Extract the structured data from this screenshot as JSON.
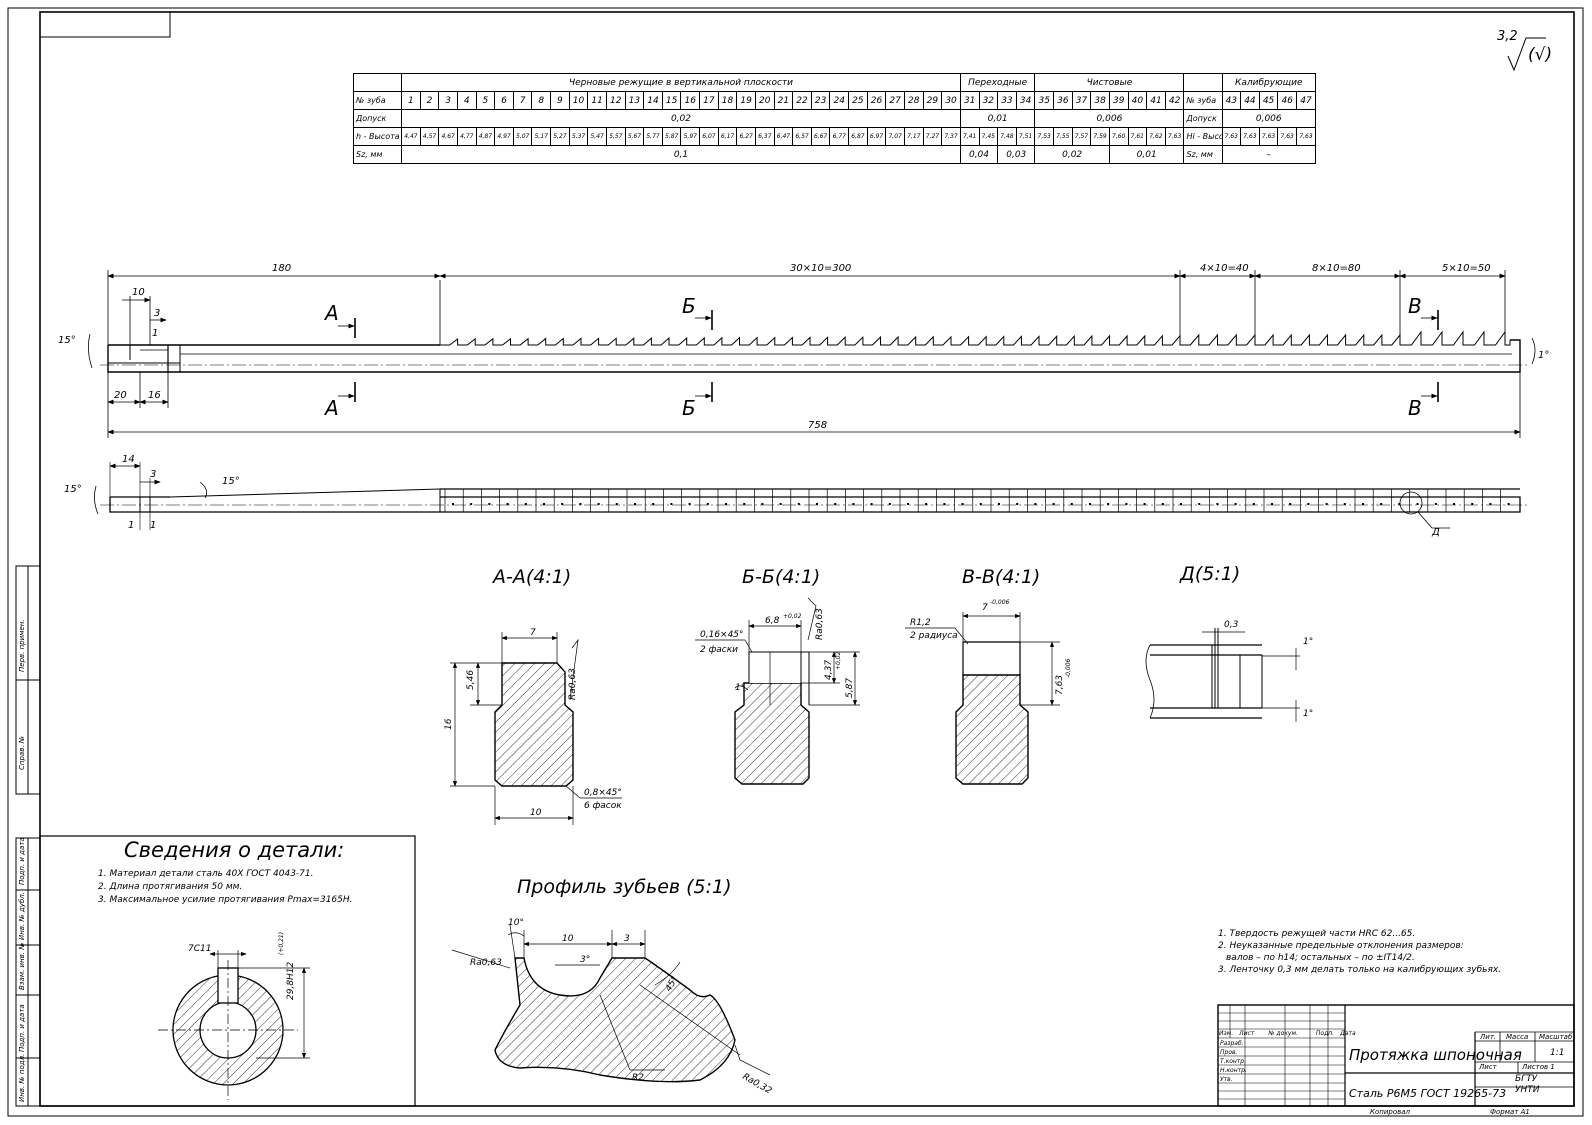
{
  "roughness_mark": {
    "value": "3,2",
    "suffix": "(√)"
  },
  "teeth_table": {
    "headers": {
      "rough": "Черновые режущие в вертикальной плоскости",
      "transition": "Переходные",
      "finishing": "Чистовые",
      "calibrating": "Калибрующие"
    },
    "row_labels": {
      "tooth_no": "№ зуба",
      "tolerance": "Допуск",
      "height": "h - Высота зуба",
      "sz": "Sz, мм",
      "height_cal": "Hi - Высота",
      "tooth_no_cal": "№ зуба",
      "tolerance_cal": "Допуск",
      "sz_cal": "Sz, мм"
    },
    "tooth_numbers": [
      "1",
      "2",
      "3",
      "4",
      "5",
      "6",
      "7",
      "8",
      "9",
      "10",
      "11",
      "12",
      "13",
      "14",
      "15",
      "16",
      "17",
      "18",
      "19",
      "20",
      "21",
      "22",
      "23",
      "24",
      "25",
      "26",
      "27",
      "28",
      "29",
      "30",
      "31",
      "32",
      "33",
      "34",
      "35",
      "36",
      "37",
      "38",
      "39",
      "40",
      "41",
      "42"
    ],
    "cal_tooth_numbers": [
      "43",
      "44",
      "45",
      "46",
      "47"
    ],
    "heights": [
      "4,47",
      "4,57",
      "4,67",
      "4,77",
      "4,87",
      "4,97",
      "5,07",
      "5,17",
      "5,27",
      "5,37",
      "5,47",
      "5,57",
      "5,67",
      "5,77",
      "5,87",
      "5,97",
      "6,07",
      "6,17",
      "6,27",
      "6,37",
      "6,47",
      "6,57",
      "6,67",
      "6,77",
      "6,87",
      "6,97",
      "7,07",
      "7,17",
      "7,27",
      "7,37",
      "7,41",
      "7,45",
      "7,48",
      "7,51",
      "7,53",
      "7,55",
      "7,57",
      "7,59",
      "7,60",
      "7,61",
      "7,62",
      "7,63"
    ],
    "cal_heights": [
      "7,63",
      "7,63",
      "7,63",
      "7,63",
      "7,63"
    ],
    "tolerances": {
      "rough": "0,02",
      "transition": "0,01",
      "finishing": "0,006",
      "calibrating": "0,006"
    },
    "sz": {
      "rough": "0,1",
      "t1": "0,04",
      "t2": "0,03",
      "f1": "0,02",
      "f2": "0,01",
      "cal": "–"
    }
  },
  "main_view": {
    "dims": {
      "d180": "180",
      "d300": "30×10=300",
      "d40": "4×10=40",
      "d80": "8×10=80",
      "d50": "5×10=50",
      "d10": "10",
      "d3": "3",
      "d1": "1",
      "d20": "20",
      "d16": "16",
      "d758": "758",
      "a15": "15°",
      "a1": "1°"
    },
    "section_labels": {
      "a": "А",
      "b": "Б",
      "v": "В"
    }
  },
  "top_view": {
    "dims": {
      "d14": "14",
      "d3": "3",
      "a15l": "15°",
      "a15r": "15°",
      "d1": "1",
      "d1b": "1"
    },
    "detail_label": "Д"
  },
  "sections": {
    "aa": {
      "title": "А-А(4:1)",
      "d7": "7",
      "d546": "5,46",
      "d16": "16",
      "ra": "Ra0,63",
      "chamfer": "0,8×45°",
      "chamfer2": "6 фасок",
      "d10": "10"
    },
    "bb": {
      "title": "Б-Б(4:1)",
      "d68": "6,8",
      "d68tol": "+0,02",
      "chamfer": "0,16×45°",
      "chamfer2": "2 фаски",
      "ra": "Ra0,63",
      "d437": "4,37",
      "d437tol": "+0,02",
      "d587": "5,87",
      "a1": "1°"
    },
    "vv": {
      "title": "В-В(4:1)",
      "d7": "7",
      "d7tol": "-0,006",
      "r12": "R1,2",
      "r12b": "2 радиуса",
      "d763": "7,63",
      "d763tol": "-0,006"
    },
    "d": {
      "title": "Д(5:1)",
      "d03": "0,3",
      "a1a": "1°",
      "a1b": "1°"
    }
  },
  "profile": {
    "title": "Профиль зубьев (5:1)",
    "a10": "10°",
    "d10": "10",
    "d3": "3",
    "a3": "3°",
    "a45": "45°",
    "ra063": "Ra0,63",
    "ra032": "Ra0,32",
    "r2": "R2"
  },
  "part_info": {
    "title": "Сведения о детали:",
    "notes": [
      "1. Материал детали сталь 40Х ГОСТ 4043-71.",
      "2. Длина протягивания 50 мм.",
      "3. Максимальное усилие протягивания Pmax=3165Н."
    ],
    "key": "7C11",
    "height": "29,8H12",
    "height_tol": "(+0,21)"
  },
  "tech_req": [
    "1. Твердость режущей части HRC 62...65.",
    "2. Неуказанные предельные отклонения размеров:",
    "валов – по h14; остальных – по ±IT14/2.",
    "3. Ленточку 0,3 мм делать только на калибрующих зубьях."
  ],
  "title_block": {
    "name": "Протяжка шпоночная",
    "material": "Сталь Р6М5 ГОСТ 19265-73",
    "org1": "БГТУ",
    "org2": "УНТИ",
    "scale": "1:1",
    "sheet": "Лист",
    "sheets": "Листов  1",
    "lit": "Лит.",
    "mass": "Масса",
    "scale_lbl": "Масштаб",
    "rows": [
      "Изм.",
      "Лист",
      "№ докум.",
      "Подп.",
      "Дата"
    ],
    "roles": [
      "Разраб.",
      "Пров.",
      "Т.контр.",
      "",
      "Н.контр.",
      "Утв."
    ],
    "copied": "Копировал",
    "format": "Формат   А1"
  },
  "side_stamps": [
    "Перв. примен.",
    "Справ. №",
    "Подп. и дата",
    "Инв. № дубл.",
    "Взам. инв. №",
    "Подп. и дата",
    "Инв. № подл."
  ]
}
